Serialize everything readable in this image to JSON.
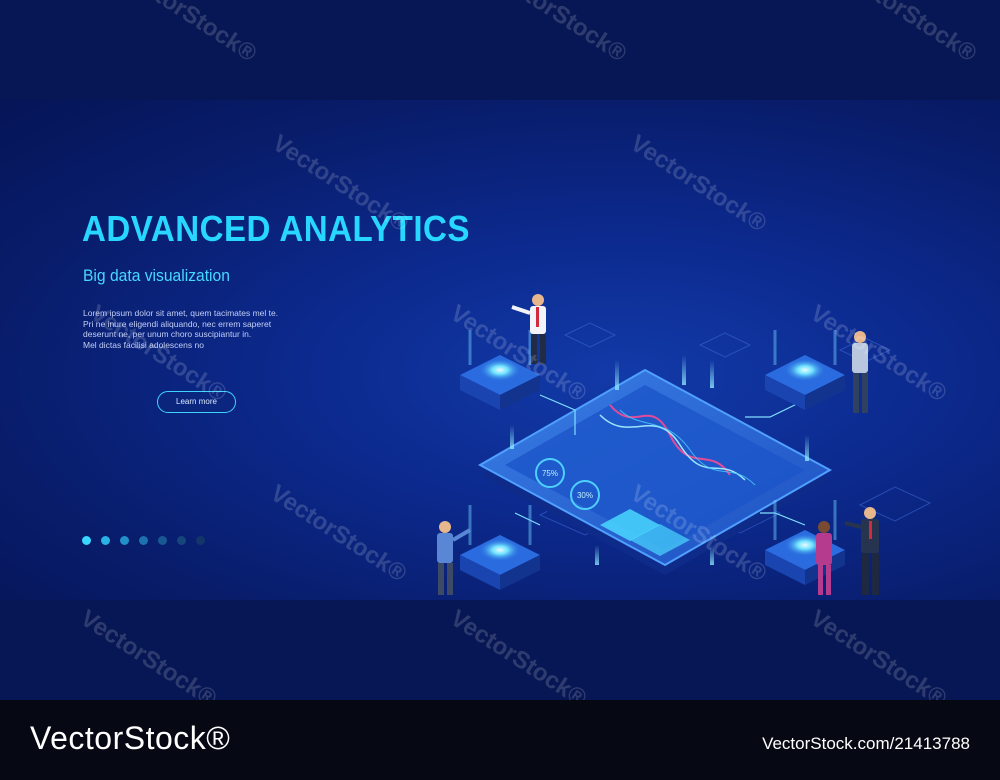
{
  "banner": {
    "headline": "ADVANCED ANALYTICS",
    "subheadline": "Big data visualization",
    "body_lines": [
      "Lorem ipsum dolor sit amet, quem tacimates mel te.",
      "Pri ne inure eligendi aliquando, nec errem saperet",
      "deserunt ne, per unum choro suscipiantur in.",
      "Mel dictas facilisi adolescens no"
    ],
    "cta_label": "Learn more",
    "screen_badges": [
      "75%",
      "30%"
    ],
    "carousel": {
      "count": 7,
      "active_index": 0,
      "dot_colors": [
        "#39d6ff",
        "#2ab2e6",
        "#228fc9",
        "#1c71ae",
        "#195893",
        "#16457c",
        "#133669"
      ]
    }
  },
  "watermark": {
    "text": "VectorStock®"
  },
  "footer": {
    "brand": "VectorStock®",
    "image_id": "VectorStock.com/21413788"
  },
  "colors": {
    "accent": "#27d7ff",
    "banner_bg": "#0c2a8f",
    "band_bg": "#071654",
    "footer_bg": "#060813"
  }
}
